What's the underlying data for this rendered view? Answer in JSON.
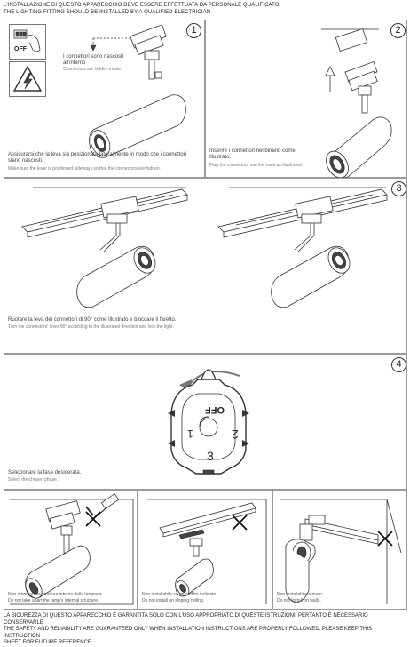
{
  "header": {
    "line1": "L'INSTALLAZIONE DI QUESTO APPARECCHIO DEVE ESSERE EFFETTUATA DA PERSONALE QUALIFICATO",
    "line2": "THE LIGHTING FITTING SHOULD BE INSTALLED BY A QUALIFIED ELECTRICIAN"
  },
  "warning": {
    "off_label": "OFF"
  },
  "steps": [
    {
      "number": "1",
      "callout_it": "I connettori sono nascosti all'interno",
      "callout_en": "Connectors are hidden inside",
      "text_it": "Assicurarsi che la leva sia posizionata lateralmente in modo che i connettori siano nascosti.",
      "text_en": "Make sure the lever is positioned sideways so that the connectors are hidden."
    },
    {
      "number": "2",
      "text_it": "Inserire i connettori nel binario come illustrato.",
      "text_en": "Plug the connectors into the track as illustrated."
    },
    {
      "number": "3",
      "text_it": "Ruotare la leva dei connettori di 90° come illustrato e bloccare il faretto.",
      "text_en": "Turn the connectors' lever 90° according to the illustrated direction and lock the light."
    },
    {
      "number": "4",
      "text_it": "Selezionare la fase desiderata.",
      "text_en": "Select the chosen phase.",
      "dial": {
        "off": "OFF",
        "phase1": "1",
        "phase2": "2",
        "phase3": "3"
      }
    }
  ],
  "warnings_bottom": [
    {
      "it": "Non smontare la struttura interna della lampada.",
      "en": "Do not take apart the lamp's internal structure."
    },
    {
      "it": "Non installabile su un soffitto inclinato.",
      "en": "Do not install on sloping ceiling."
    },
    {
      "it": "Non installabile a muro.",
      "en": "Do not install on walls."
    }
  ],
  "footer": {
    "line1": "LA SICUREZZA DI QUESTO APPARECCHIO È GARANTITA SOLO CON L'USO APPROPRIATO DI QUESTE ISTRUZIONI, PERTANTO È NECESSARIO CONSERVARLE",
    "line2": "THE SAFETY AND RELIABILITY ARE GUARANTEED ONLY WHEN INSTALLATION INSTRUCTIONS ARE PROPERLY FOLLOWED. PLEASE KEEP THIS INSTRUCTION",
    "line3": "SHEET FOR FUTURE REFERENCE."
  }
}
